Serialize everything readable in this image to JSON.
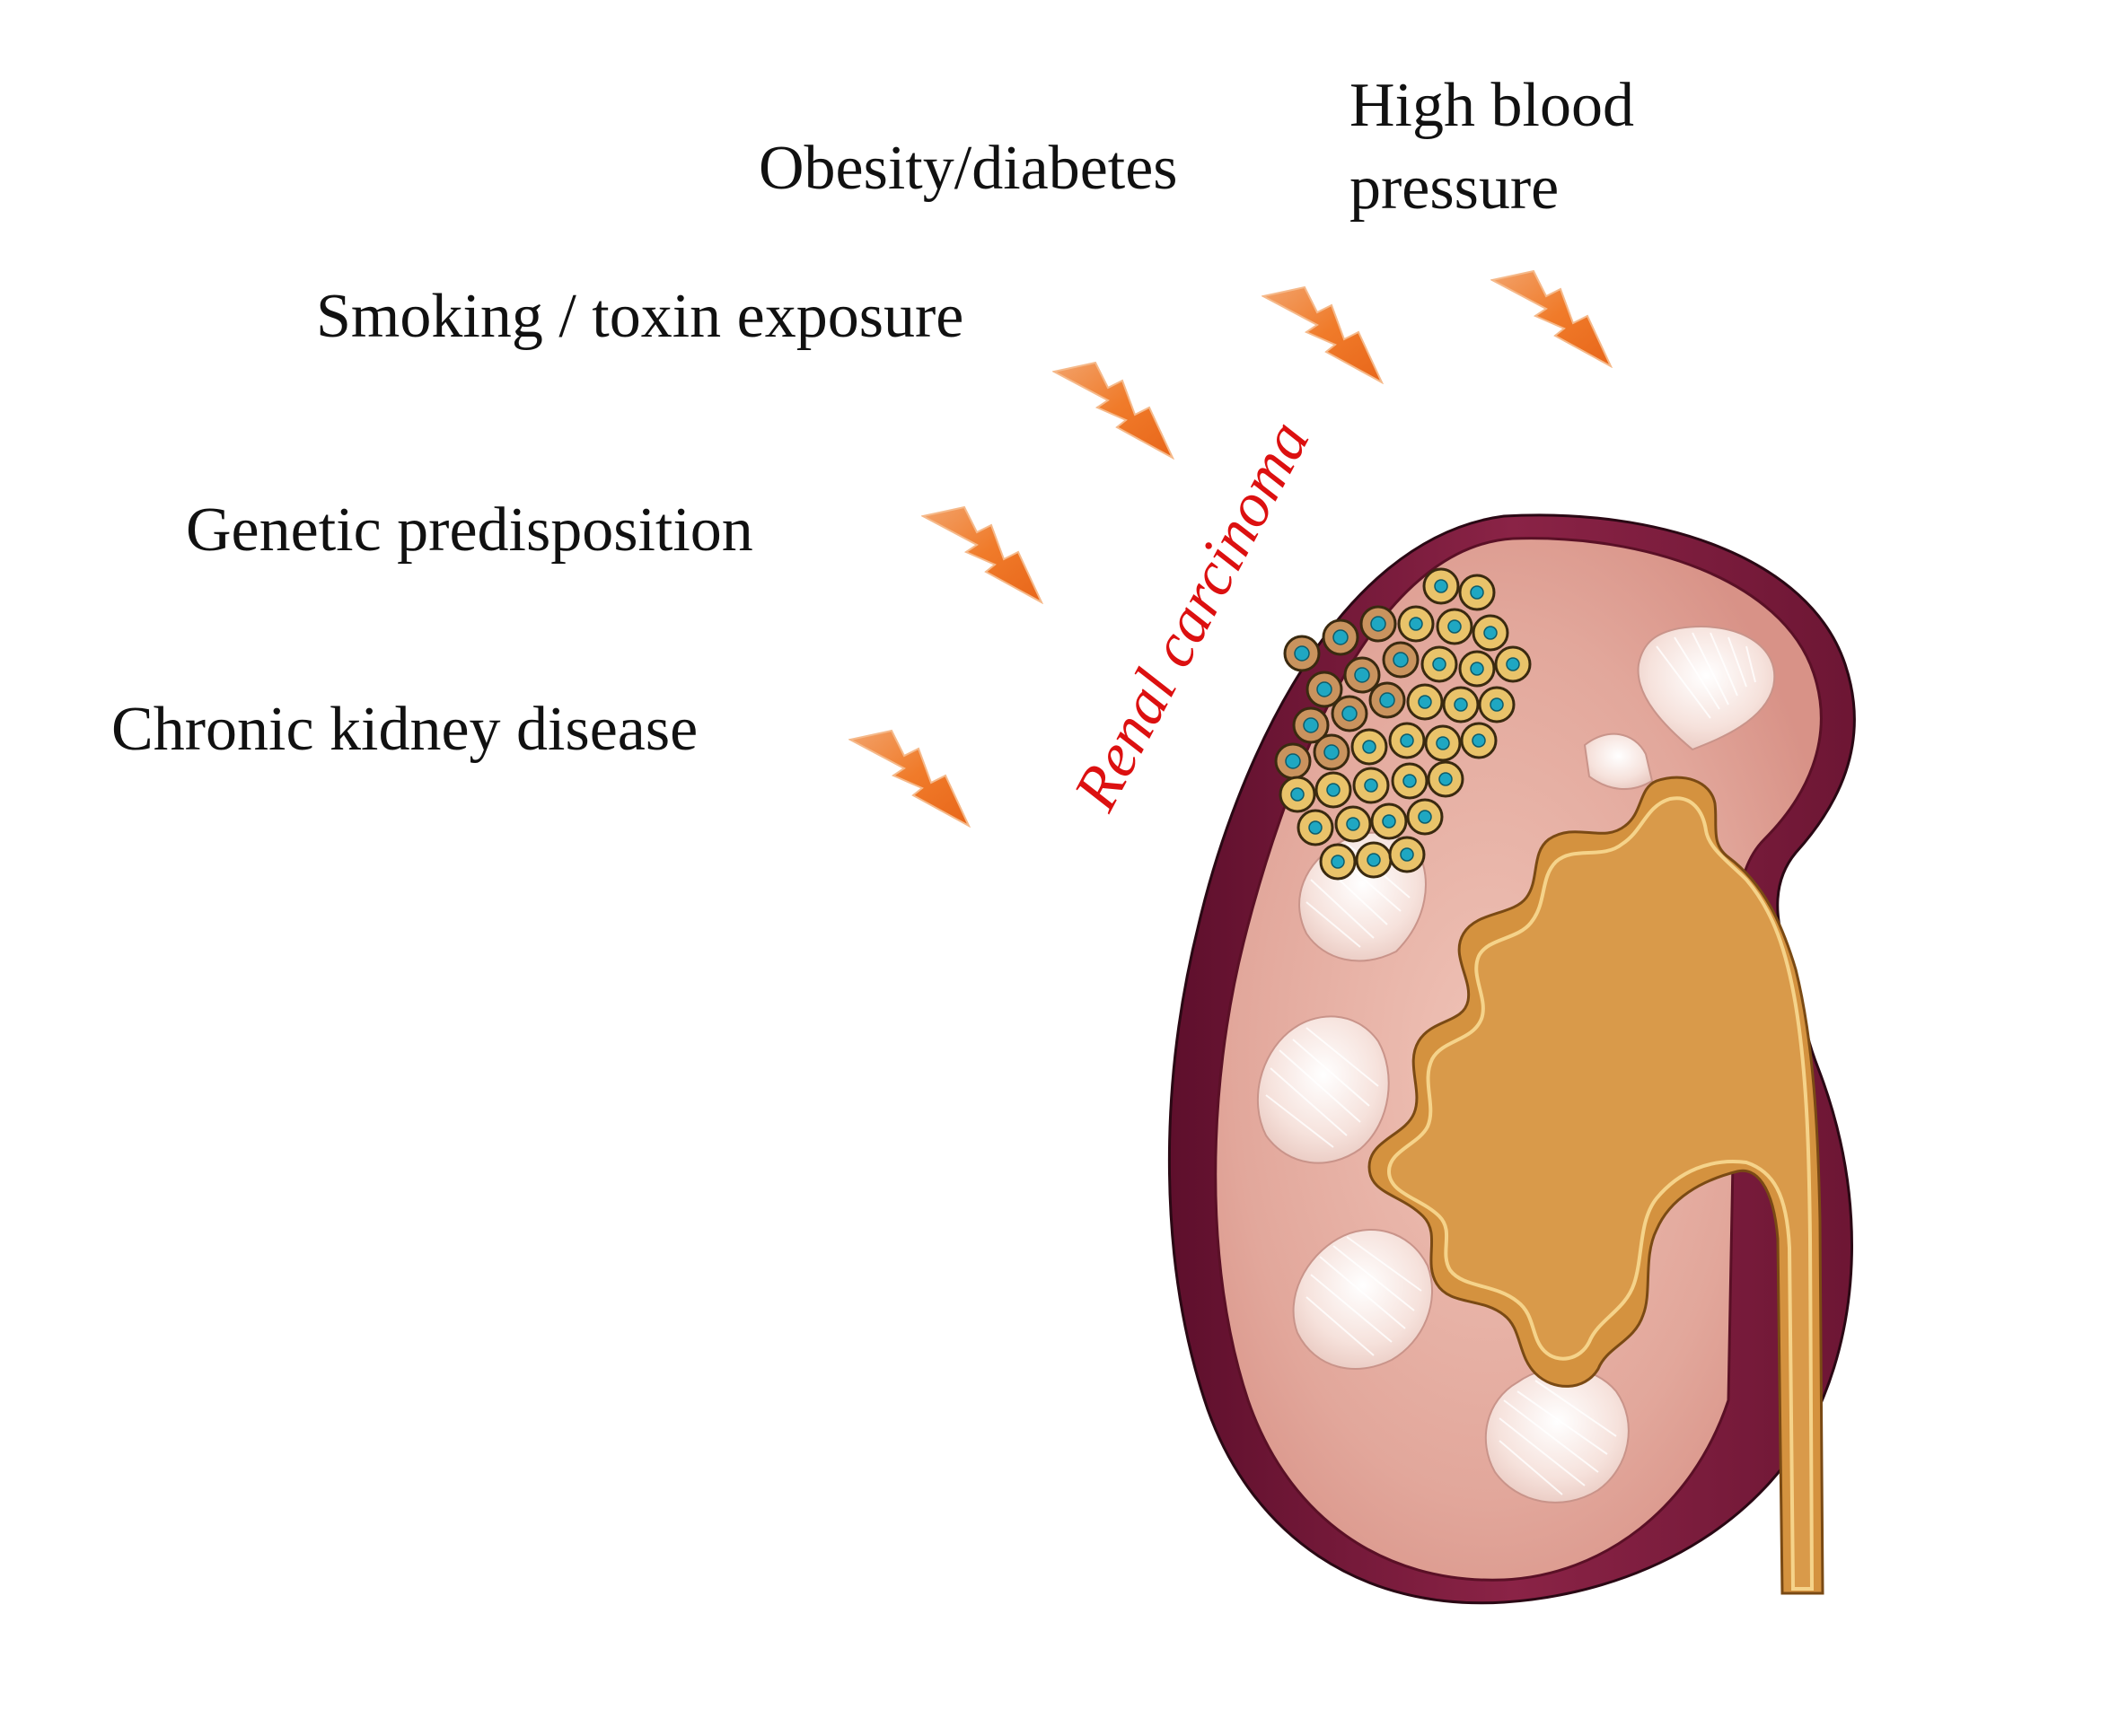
{
  "risk_factors": {
    "high_blood_pressure_line1": "High blood",
    "high_blood_pressure_line2": "pressure",
    "obesity_diabetes": "Obesity/diabetes",
    "smoking": "Smoking / toxin exposure",
    "genetic": "Genetic predisposition",
    "ckd": "Chronic kidney disease"
  },
  "tumor": {
    "label": "Renal carcinoma"
  },
  "icons": {
    "risk_arrow": "lightning-bolt-icon",
    "organ": "kidney-cross-section-icon"
  },
  "colors": {
    "bolt": "#f07b2a",
    "tumor_label": "#dc1010",
    "capsule": "#7a1a3c",
    "cortex": "#e0a399",
    "pelvis": "#d4923f"
  }
}
